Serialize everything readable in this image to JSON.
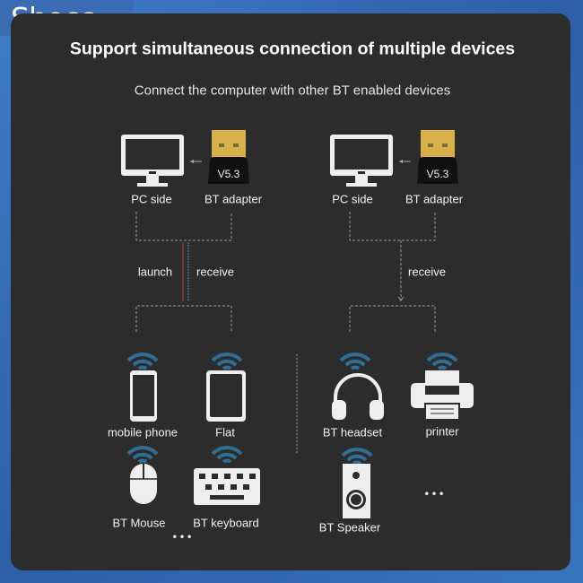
{
  "logo": "Shocc",
  "title": "Support simultaneous connection of multiple devices",
  "subtitle": "Connect the computer with other BT enabled devices",
  "left": {
    "pc_label": "PC side",
    "adapter_label": "BT adapter",
    "adapter_version": "V5.3",
    "launch": "launch",
    "receive": "receive"
  },
  "right": {
    "pc_label": "PC side",
    "adapter_label": "BT adapter",
    "adapter_version": "V5.3",
    "receive": "receive"
  },
  "devices_left": [
    "mobile phone",
    "Flat",
    "BT Mouse",
    "BT keyboard"
  ],
  "devices_right": [
    "BT headset",
    "printer",
    "BT Speaker"
  ],
  "more": "• • •",
  "colors": {
    "frame": "#3a6db4",
    "panel": "#2c2c2c",
    "signal": "#2f6f95",
    "launch": "#c0392b",
    "receive": "#3a8fc0"
  }
}
